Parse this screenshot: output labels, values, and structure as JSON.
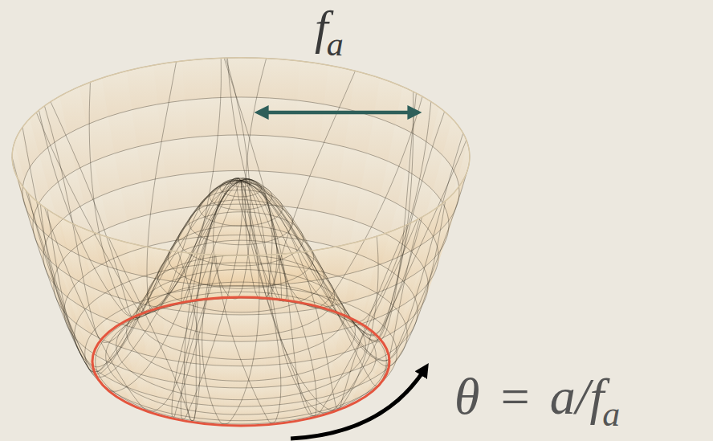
{
  "diagram": {
    "labels": [
      "f",
      "a",
      "θ = a/f",
      "a"
    ]
  }
}
